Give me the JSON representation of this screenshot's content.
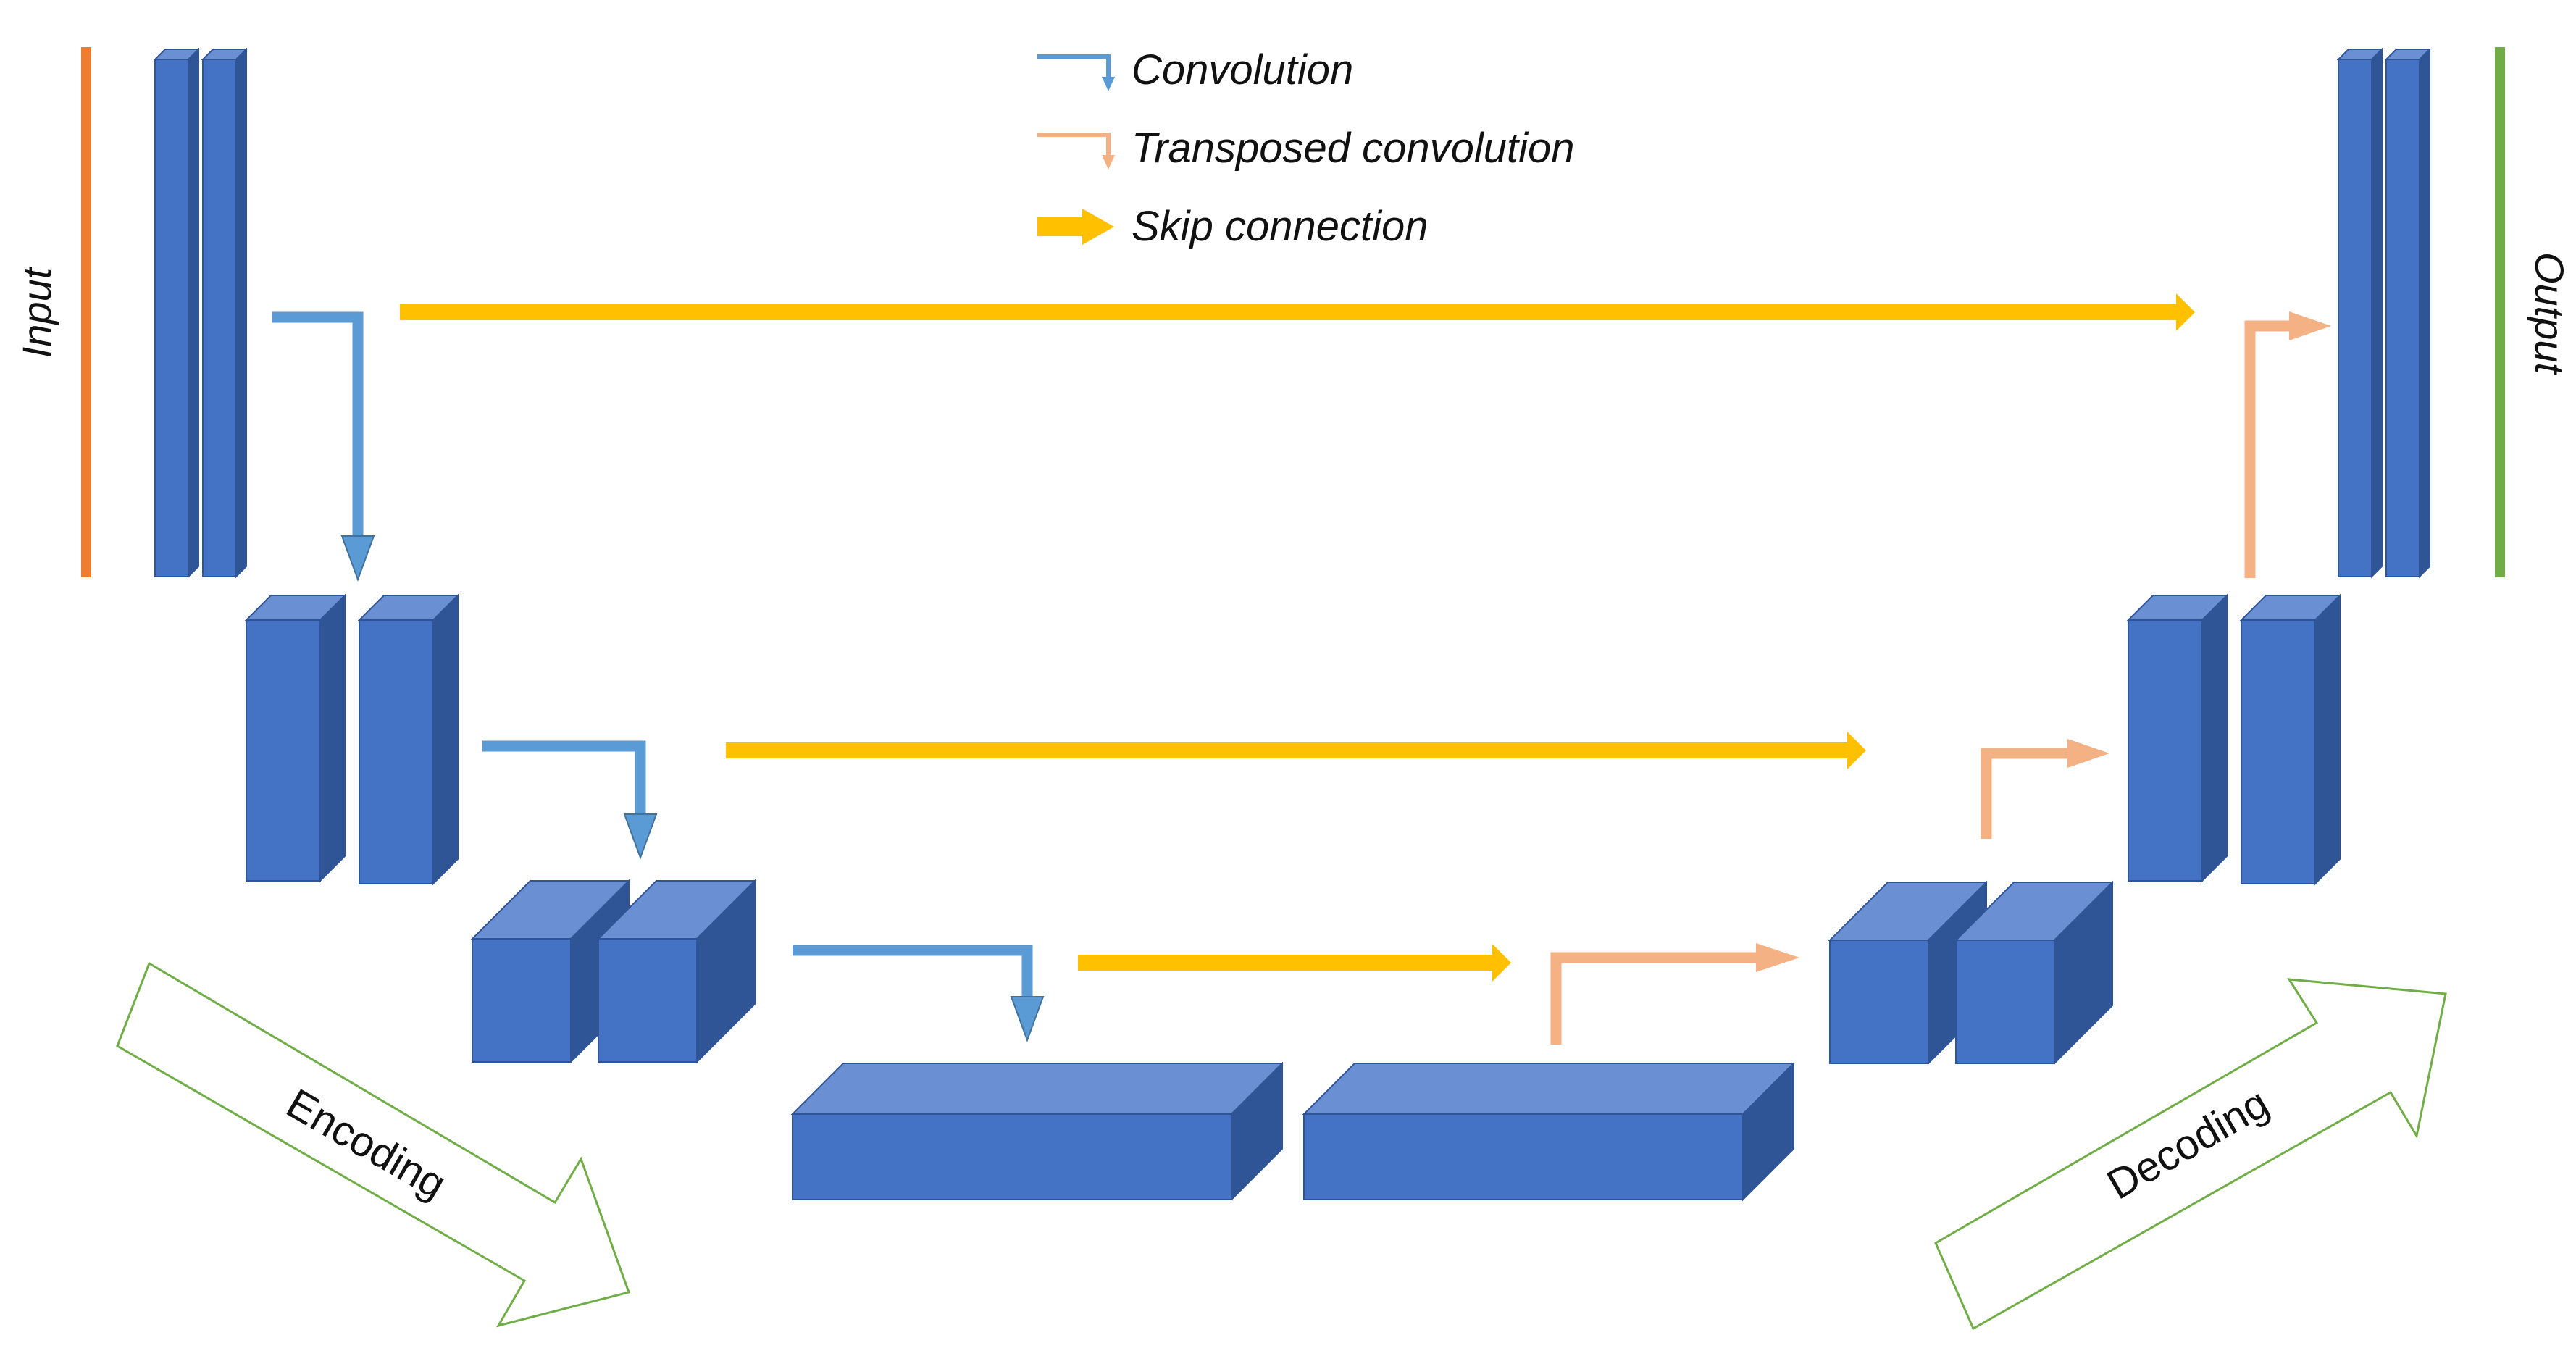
{
  "legend": {
    "convolution": "Convolution",
    "transposed_convolution": "Transposed convolution",
    "skip_connection": "Skip connection"
  },
  "labels": {
    "input": "Input",
    "output": "Output",
    "encoding": "Encoding",
    "decoding": "Decoding"
  },
  "colors": {
    "block_front": "#4472C4",
    "block_top": "#6A8FD2",
    "block_side": "#2F5597",
    "convolution_arrow": "#5B9BD5",
    "transposed_arrow": "#F4B183",
    "skip_arrow": "#FFC000",
    "input_bar": "#ED7D31",
    "output_bar": "#70AD47",
    "big_arrow_outline": "#70AD47"
  },
  "icons": {
    "convolution": "elbow-arrow-down",
    "transposed_convolution": "elbow-arrow-up",
    "skip_connection": "thick-arrow-right"
  }
}
